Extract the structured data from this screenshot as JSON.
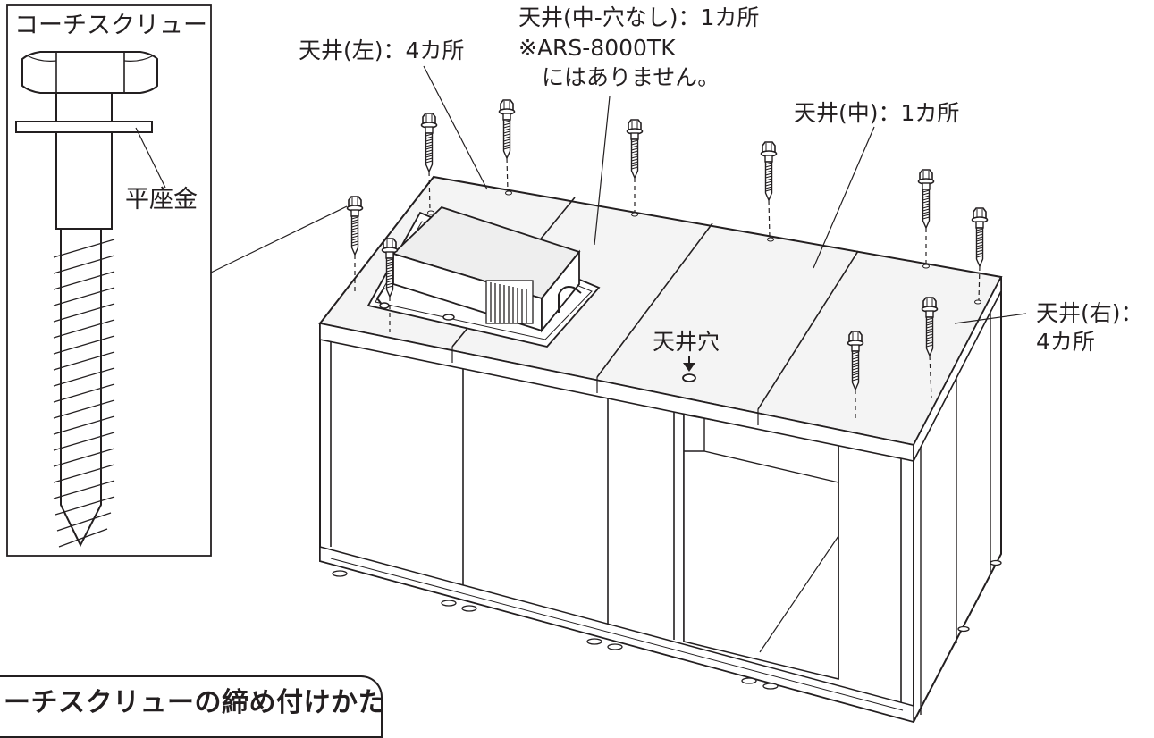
{
  "detail": {
    "title": "コーチスクリュー",
    "washer_label": "平座金"
  },
  "callouts": {
    "ceiling_left": "天井(左)：4カ所",
    "ceiling_center_no_hole": "天井(中-穴なし)：1カ所",
    "note_line1": "※ARS-8000TK",
    "note_line2": "にはありません。",
    "ceiling_center": "天井(中)：1カ所",
    "ceiling_right_line1": "天井(右)：",
    "ceiling_right_line2": "4カ所",
    "ceiling_hole": "天井穴"
  },
  "section": {
    "heading": "ーチスクリューの締め付けかた"
  },
  "colors": {
    "line": "#231f20",
    "fill": "#ffffff",
    "roof": "#f4f4f4",
    "top_unit": "#eeeeee"
  }
}
